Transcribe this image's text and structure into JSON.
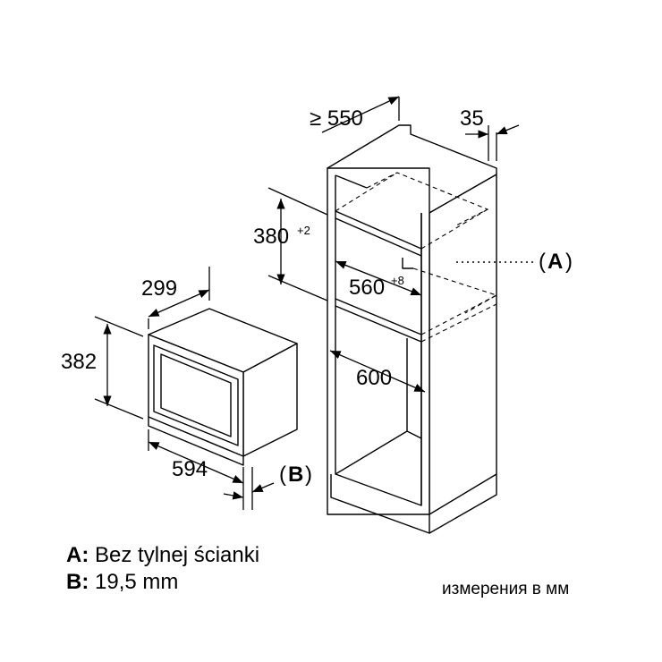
{
  "dimensions": {
    "cabinet_depth": "≥ 550",
    "side_offset": "35",
    "niche_height": "380",
    "niche_height_tol": "+2",
    "niche_width": "560",
    "niche_width_tol": "+8",
    "cabinet_width": "600",
    "appliance_depth": "299",
    "appliance_height": "382",
    "appliance_width": "594"
  },
  "callouts": {
    "a": {
      "open": "(",
      "letter": "A",
      "close": ")"
    },
    "b": {
      "open": "(",
      "letter": "B",
      "close": ")"
    }
  },
  "legend": {
    "a_key": "A:",
    "a_text": "Bez tylnej ścianki",
    "b_key": "B:",
    "b_text": "19,5 mm"
  },
  "units_note": "измерения в мм"
}
